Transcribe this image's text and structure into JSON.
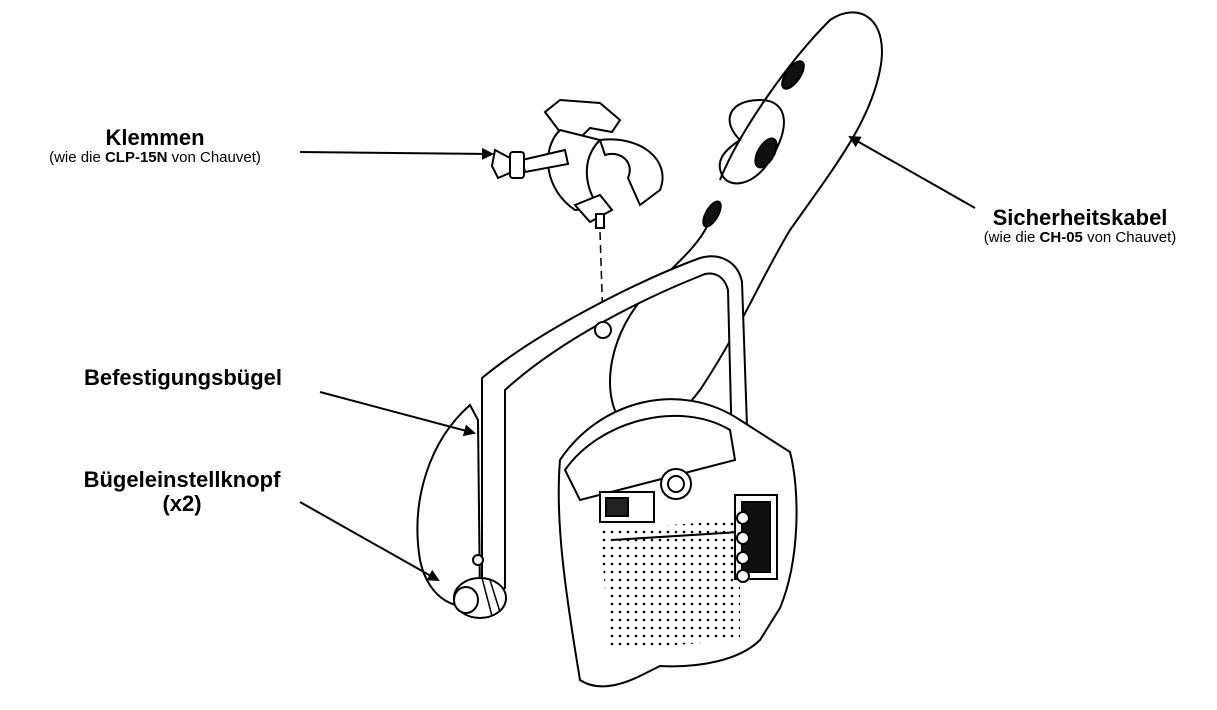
{
  "labels": {
    "clamp": {
      "title": "Klemmen",
      "sub_prefix": "(wie die ",
      "sub_bold": "CLP-15N",
      "sub_suffix": " von Chauvet)"
    },
    "safety_cable": {
      "title": "Sicherheitskabel",
      "sub_prefix": "(wie die ",
      "sub_bold": "CH-05",
      "sub_suffix": " von Chauvet)"
    },
    "bracket": {
      "title": "Befestigungsbügel"
    },
    "bracket_knob": {
      "title": "Bügeleinstellknopf",
      "count": "(x2)"
    }
  },
  "colors": {
    "line": "#000000",
    "background": "#ffffff"
  }
}
